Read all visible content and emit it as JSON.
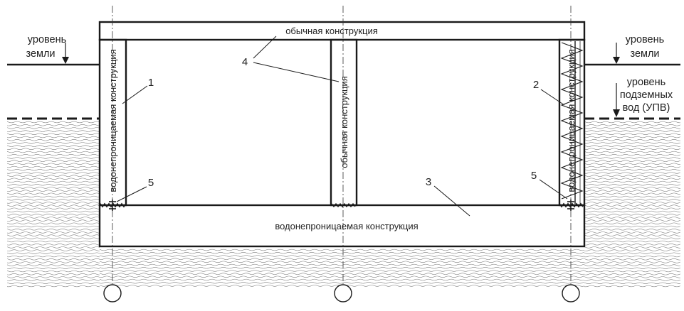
{
  "labels": {
    "top_slab": "обычная конструкция",
    "inner_column": "обычная конструкция",
    "left_wall": "водонепроницаемая конструкция",
    "right_wall": "водонепроницаемая конструкция",
    "bottom_slab": "водонепроницаемая конструкция",
    "ground_level_left_line1": "уровень",
    "ground_level_left_line2": "земли",
    "ground_level_right_line1": "уровень",
    "ground_level_right_line2": "земли",
    "gwl_line1": "уровень",
    "gwl_line2": "подземных",
    "gwl_line3": "вод (УПВ)"
  },
  "callouts": [
    "1",
    "2",
    "3",
    "4",
    "5",
    "5"
  ],
  "colors": {
    "concrete": "#dedede",
    "outline": "#1a1a1a",
    "water_waves": "#7a7a7a",
    "membrane_dark": "#9a9a9a"
  }
}
